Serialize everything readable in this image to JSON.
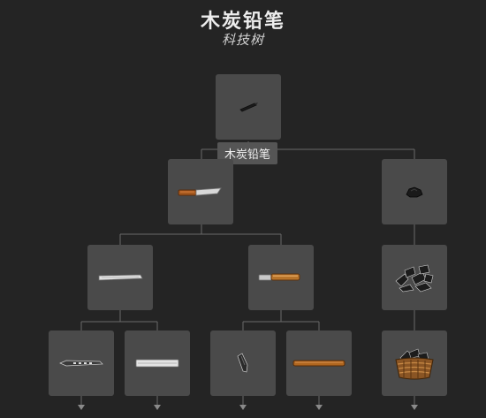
{
  "header": {
    "title": "木炭铅笔",
    "subtitle": "科技树"
  },
  "tooltip": {
    "label": "木炭铅笔"
  },
  "colors": {
    "background": "#242424",
    "node": "#4a4a4a",
    "line": "#6a6a6a",
    "tooltip_bg": "#555555"
  },
  "nodes": [
    {
      "id": "charcoal-pencil",
      "icon": "charcoal-pencil-icon"
    },
    {
      "id": "flint-knife",
      "icon": "knife-icon"
    },
    {
      "id": "charcoal",
      "icon": "charcoal-lump-icon"
    },
    {
      "id": "whetstone-blade",
      "icon": "steel-blade-icon"
    },
    {
      "id": "wooden-handle-tool",
      "icon": "handled-tool-icon"
    },
    {
      "id": "charcoal-pile",
      "icon": "charcoal-pile-icon"
    },
    {
      "id": "serrated-blade",
      "icon": "serrated-blade-icon"
    },
    {
      "id": "steel-bar",
      "icon": "steel-bar-icon"
    },
    {
      "id": "sharp-stone",
      "icon": "sharp-stone-icon"
    },
    {
      "id": "long-stick",
      "icon": "long-stick-icon"
    },
    {
      "id": "charcoal-basket",
      "icon": "charcoal-basket-icon"
    }
  ]
}
